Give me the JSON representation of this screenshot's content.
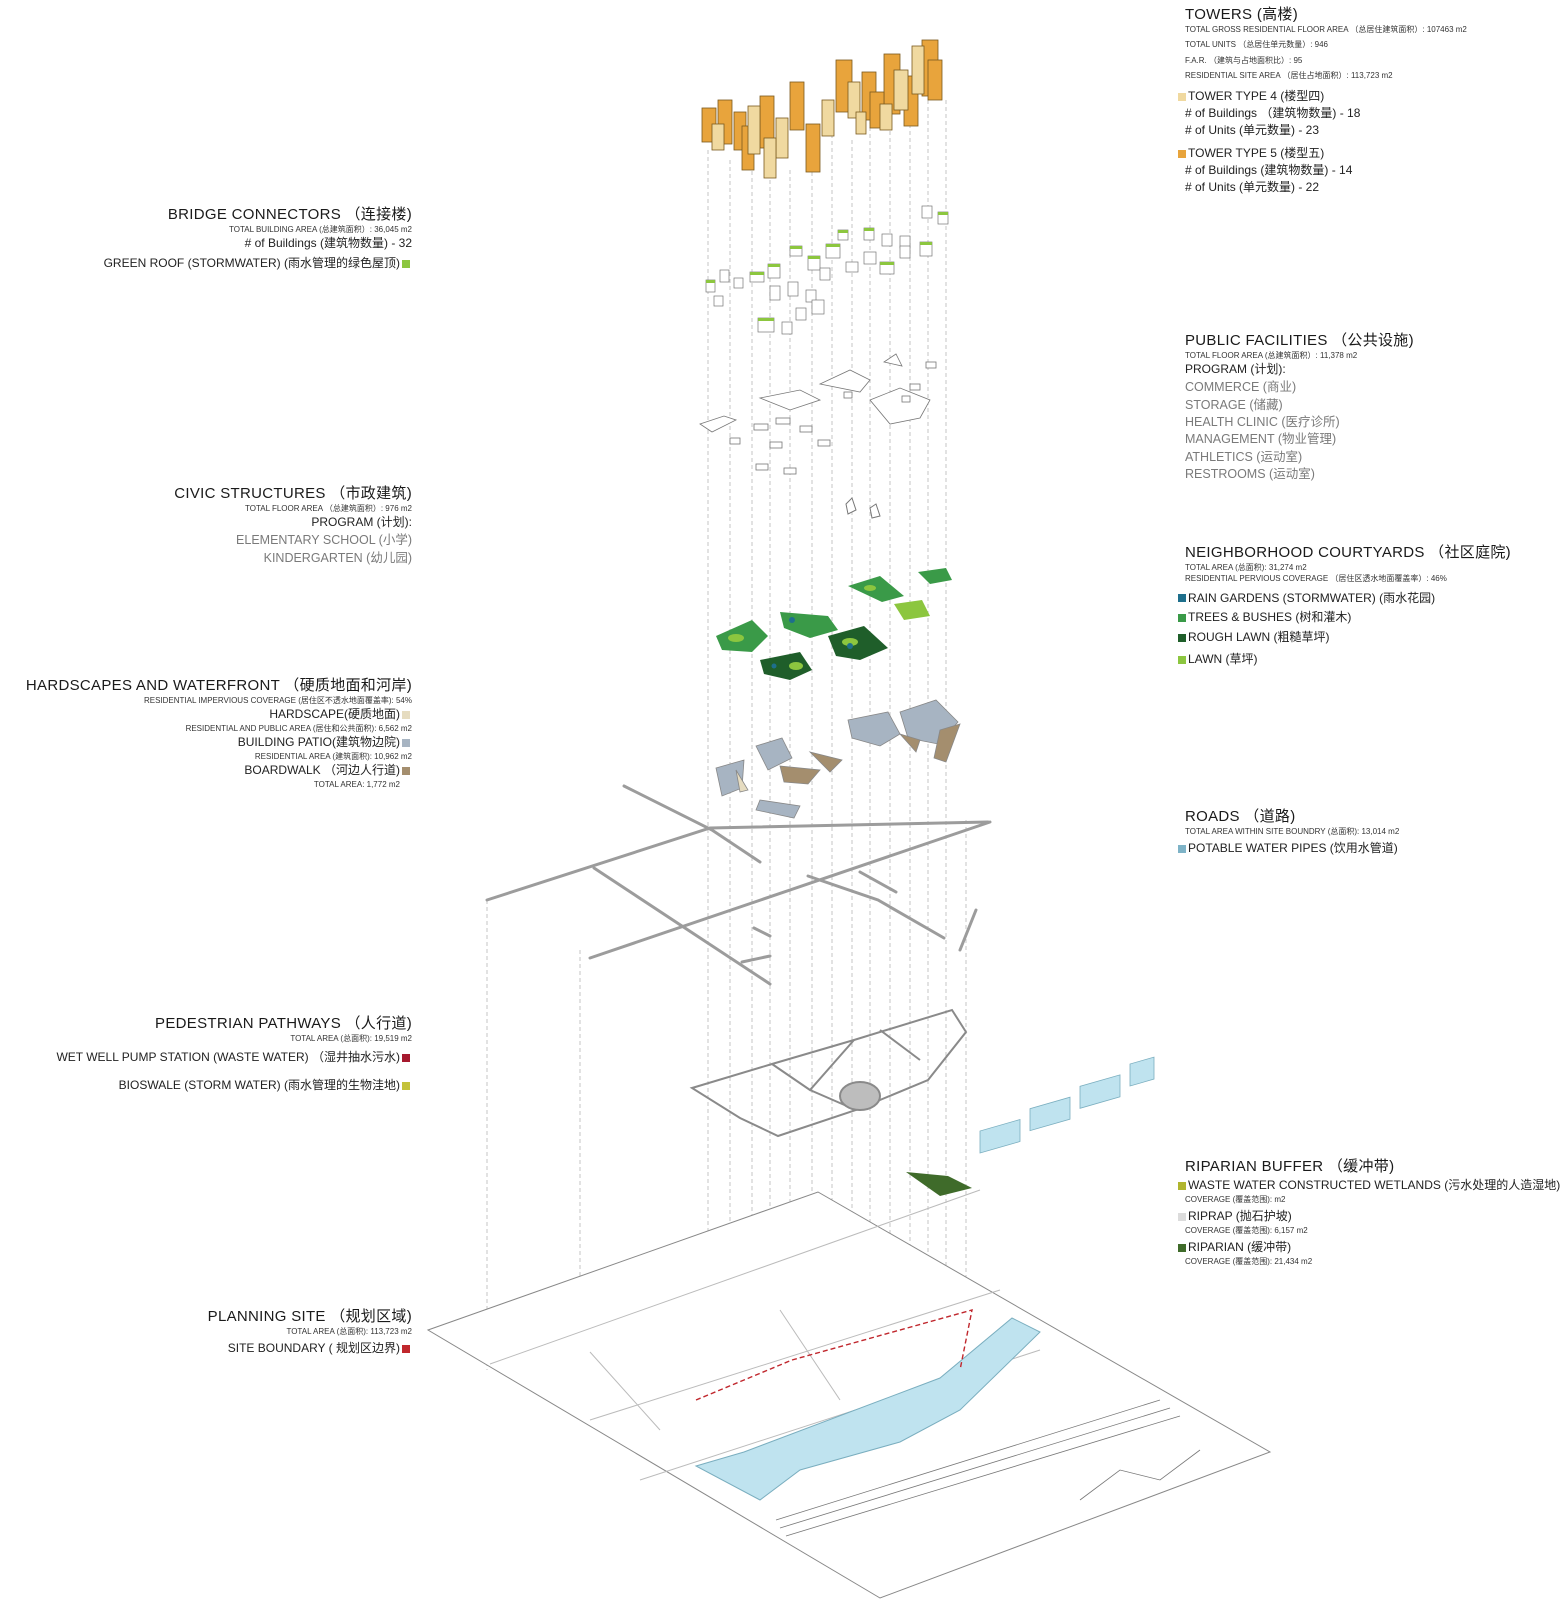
{
  "colors": {
    "tower4": "#f0d9a0",
    "tower5": "#e8a43c",
    "green_roof": "#8cc63f",
    "rain_gardens": "#1e6f8c",
    "trees": "#3a9a48",
    "rough_lawn": "#1f5e2a",
    "lawn": "#8cc63f",
    "hardscape": "#e6dcc0",
    "patio": "#a7b4c2",
    "boardwalk": "#a48e6e",
    "water_pipes": "#7eb3c7",
    "pump": "#a6192e",
    "bioswale": "#c4c23a",
    "wetlands": "#b0b52e",
    "riprap": "#dcdcdc",
    "riparian": "#3f6b2a",
    "boundary": "#c0272d",
    "water": "#bfe3ef"
  },
  "towers": {
    "title": "TOWERS (高楼)",
    "gross_area": "TOTAL GROSS RESIDENTIAL FLOOR AREA （总居住建筑面积）: 107463 m2",
    "units": "TOTAL UNITS （总居住单元数量）: 946",
    "far": "F.A.R. （建筑与占地面积比）: 95",
    "site_area": "RESIDENTIAL SITE AREA （居住占地面积）: 113,723 m2",
    "type4": "TOWER TYPE 4 (楼型四)",
    "type4_buildings": "# of Buildings （建筑物数量) - 18",
    "type4_units": "# of Units (单元数量) - 23",
    "type5": "TOWER TYPE 5 (楼型五)",
    "type5_buildings": "# of Buildings (建筑物数量) - 14",
    "type5_units": "# of Units (单元数量) - 22"
  },
  "bridge": {
    "title": "BRIDGE CONNECTORS （连接楼)",
    "area": "TOTAL BUILDING AREA (总建筑面积）: 36,045 m2",
    "buildings": "# of Buildings (建筑物数量) - 32",
    "green_roof": "GREEN ROOF (STORMWATER) (雨水管理的绿色屋顶)"
  },
  "public": {
    "title": "PUBLIC FACILITIES （公共设施)",
    "area": "TOTAL FLOOR AREA (总建筑面积）: 11,378 m2",
    "program": "PROGRAM (计划):",
    "items": [
      "COMMERCE (商业)",
      "STORAGE (储藏)",
      "HEALTH CLINIC (医疗诊所)",
      "MANAGEMENT (物业管理)",
      "ATHLETICS (运动室)",
      "RESTROOMS (运动室)"
    ]
  },
  "civic": {
    "title": "CIVIC STRUCTURES （市政建筑)",
    "area": "TOTAL FLOOR AREA （总建筑面积）: 976 m2",
    "program": "PROGRAM (计划):",
    "items": [
      "ELEMENTARY SCHOOL (小学)",
      "KINDERGARTEN (幼儿园)"
    ]
  },
  "courtyards": {
    "title": "NEIGHBORHOOD COURTYARDS （社区庭院)",
    "area": "TOTAL AREA (总面积): 31,274 m2",
    "pervious": "RESIDENTIAL PERVIOUS COVERAGE （居住区透水地面覆盖率）: 46%",
    "rain": "RAIN GARDENS (STORMWATER) (雨水花园)",
    "trees": "TREES & BUSHES (树和灌木)",
    "rough": "ROUGH LAWN (粗糙草坪)",
    "lawn": "LAWN (草坪)"
  },
  "hardscapes": {
    "title": "HARDSCAPES AND WATERFRONT （硬质地面和河岸)",
    "impervious": "RESIDENTIAL IMPERVIOUS COVERAGE (居住区不透水地面覆盖率): 54%",
    "hardscape": "HARDSCAPE(硬质地面)",
    "res_public": "RESIDENTIAL AND PUBLIC AREA (居住和公共面积): 6,562 m2",
    "patio": "BUILDING PATIO(建筑物边院)",
    "res_area": "RESIDENTIAL AREA (建筑面积): 10,962 m2",
    "boardwalk": "BOARDWALK （河边人行道)",
    "total": "TOTAL AREA: 1,772 m2"
  },
  "roads": {
    "title": "ROADS （道路)",
    "area": "TOTAL AREA WITHIN SITE BOUNDRY (总面积): 13,014 m2",
    "pipes": "POTABLE WATER PIPES (饮用水管道)"
  },
  "pedestrian": {
    "title": "PEDESTRIAN PATHWAYS （人行道)",
    "area": "TOTAL AREA (总面积): 19,519 m2",
    "pump": "WET WELL PUMP STATION (WASTE WATER) （湿井抽水污水)",
    "bioswale": "BIOSWALE (STORM WATER) (雨水管理的生物洼地)"
  },
  "riparian": {
    "title": "RIPARIAN BUFFER （缓冲带)",
    "wetlands": "WASTE WATER CONSTRUCTED WETLANDS (污水处理的人造湿地)",
    "wet_cov": "COVERAGE (覆盖范围): m2",
    "riprap": "RIPRAP (抛石护坡)",
    "riprap_cov": "COVERAGE (覆盖范围): 6,157 m2",
    "riparian": "RIPARIAN (缓冲带)",
    "riparian_cov": "COVERAGE (覆盖范围): 21,434 m2"
  },
  "planning": {
    "title": "PLANNING SITE （规划区域)",
    "area": "TOTAL AREA (总面积): 113,723 m2",
    "boundary": "SITE BOUNDARY ( 规划区边界)"
  }
}
